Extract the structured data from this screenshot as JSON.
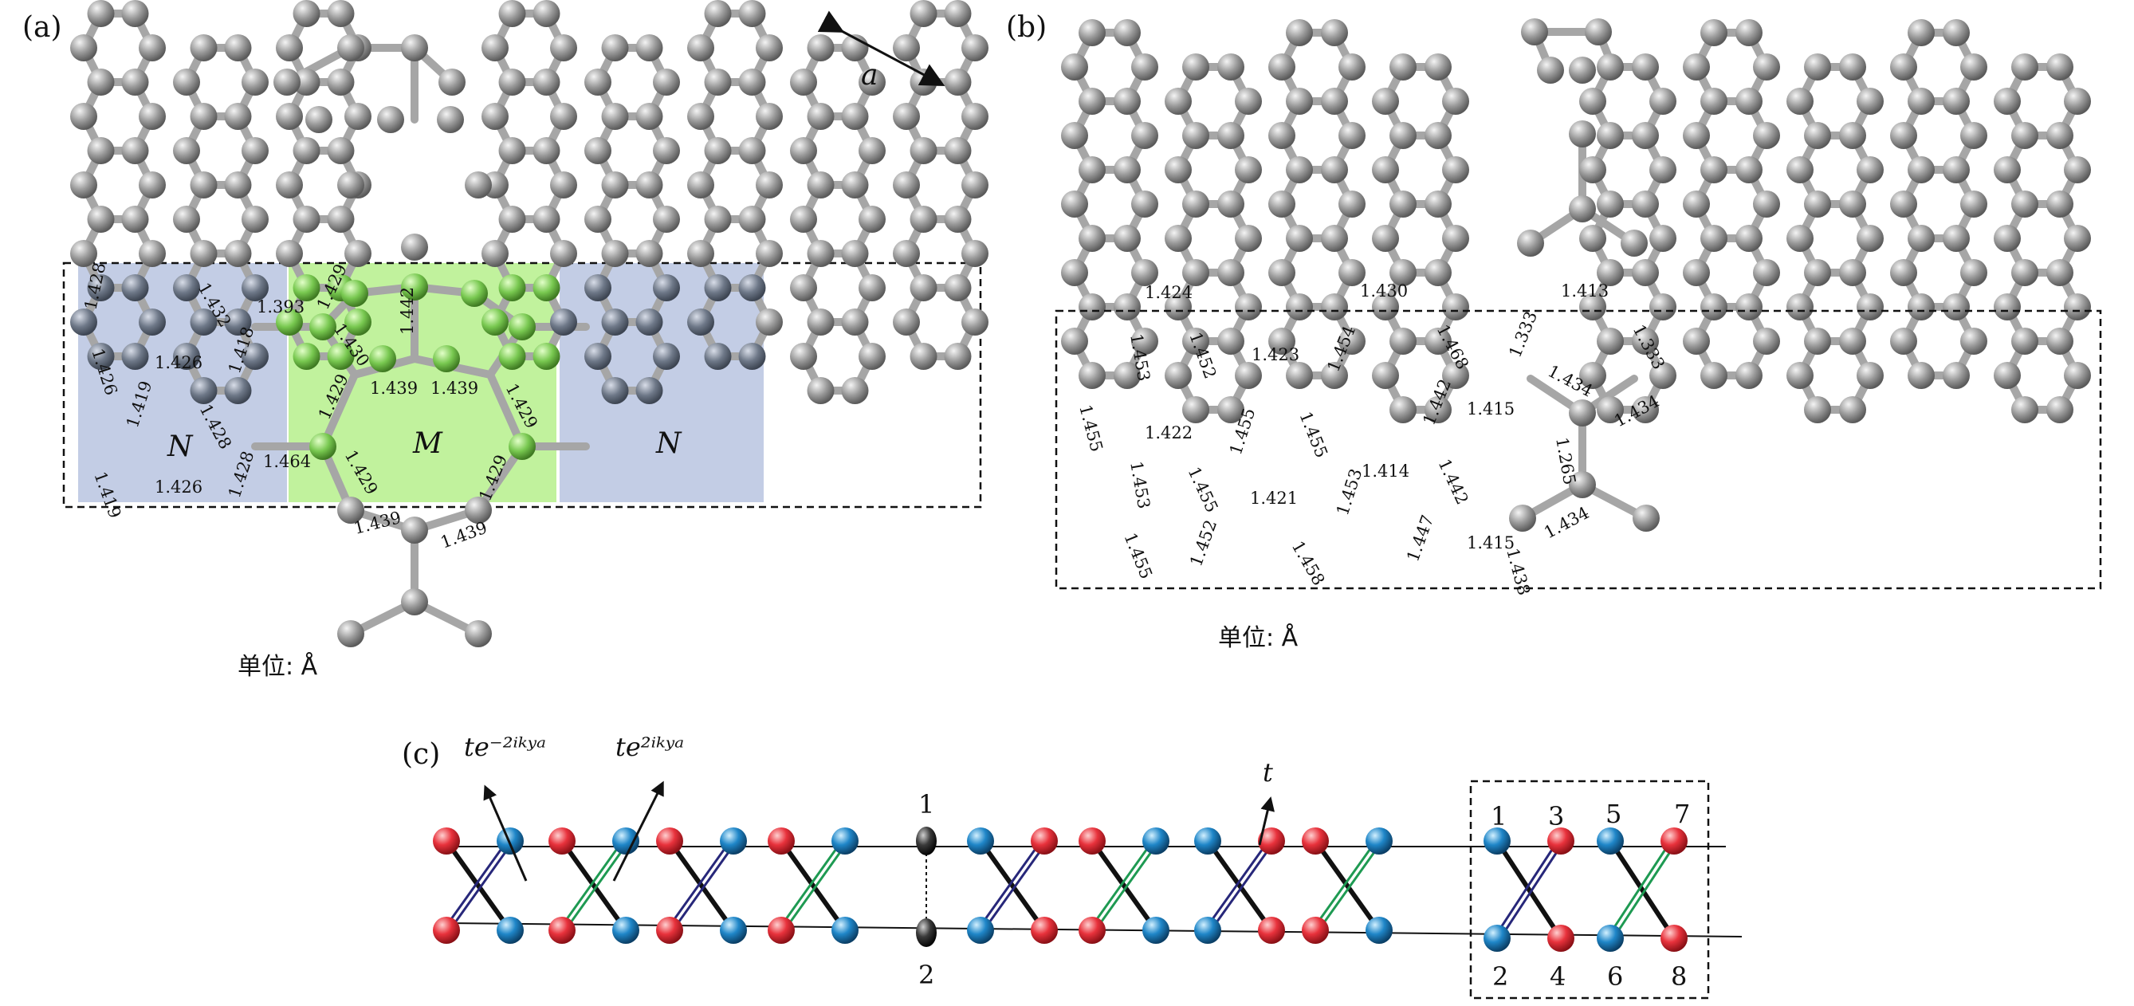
{
  "panels": {
    "a": "(a)",
    "b": "(b)",
    "c": "(c)"
  },
  "panel_a": {
    "lattice_label": "a",
    "unit": "单位: Å",
    "regions": [
      "N",
      "M",
      "N"
    ],
    "bond_lengths": [
      "1.428",
      "1.432",
      "1.393",
      "1.429",
      "1.442",
      "1.426",
      "1.418",
      "1.430",
      "1.426",
      "1.439",
      "1.439",
      "1.429",
      "1.419",
      "1.428",
      "1.429",
      "1.419",
      "1.426",
      "1.428",
      "1.464",
      "1.429",
      "1.429",
      "1.439",
      "1.439"
    ]
  },
  "panel_b": {
    "unit": "单位: Å",
    "bond_lengths": [
      "1.424",
      "1.430",
      "1.413",
      "1.453",
      "1.452",
      "1.423",
      "1.454",
      "1.468",
      "1.333",
      "1.333",
      "1.434",
      "1.415",
      "1.442",
      "1.434",
      "1.455",
      "1.422",
      "1.455",
      "1.455",
      "1.265",
      "1.414",
      "1.453",
      "1.455",
      "1.421",
      "1.453",
      "1.442",
      "1.455",
      "1.452",
      "1.458",
      "1.447",
      "1.415",
      "1.438",
      "1.434"
    ]
  },
  "panel_c": {
    "hop_left": "te⁻²ⁱᵏʸᵃ",
    "hop_right": "te²ⁱᵏʸᵃ",
    "hop_t": "t",
    "site_top": "1",
    "site_bottom": "2",
    "cell_top": [
      "1",
      "3",
      "5",
      "7"
    ],
    "cell_bottom": [
      "2",
      "4",
      "6",
      "8"
    ]
  },
  "colors": {
    "atom": "#9a9a9a",
    "bond": "#a6a6a6",
    "region_n": "#b8c4e0",
    "region_m": "#b6f08c",
    "red_atom": "#e8323c",
    "blue_atom": "#1f86c8",
    "black_atom": "#2a2a2a",
    "blue_bond": "#27277a",
    "green_bond": "#1e9a52"
  }
}
